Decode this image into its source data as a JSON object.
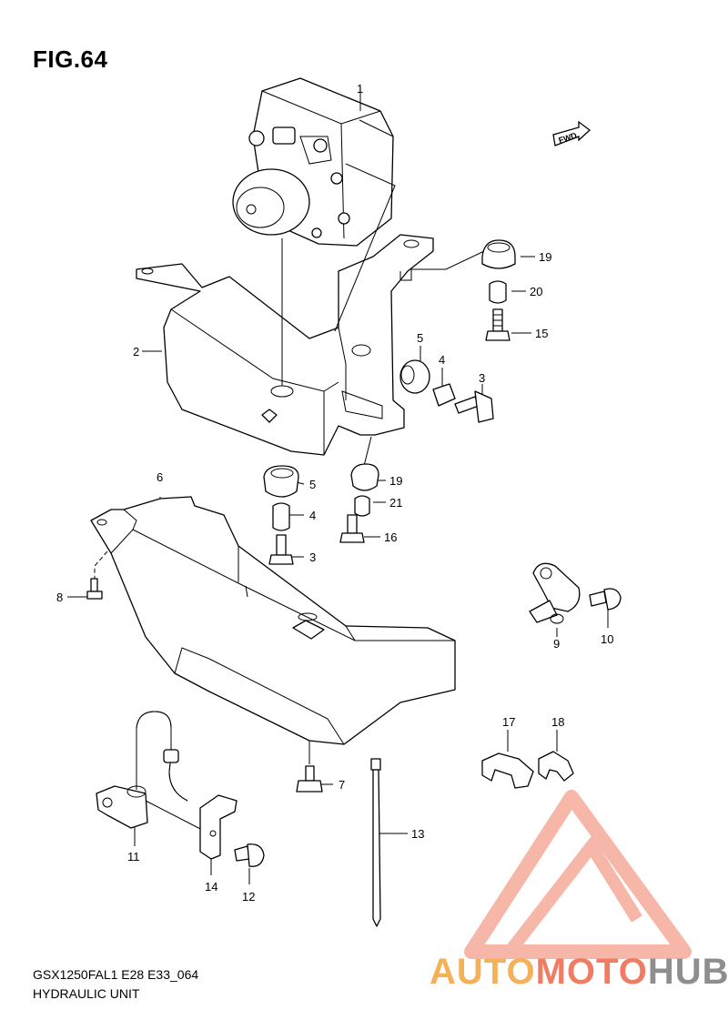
{
  "figure": {
    "title": "FIG.64",
    "model_code": "GSX1250FAL1 E28 E33_064",
    "section_name": "HYDRAULIC UNIT"
  },
  "direction_marker": "FWD",
  "callouts": [
    {
      "id": "c1",
      "number": "1"
    },
    {
      "id": "c2",
      "number": "2"
    },
    {
      "id": "c3a",
      "number": "3"
    },
    {
      "id": "c3b",
      "number": "3"
    },
    {
      "id": "c4a",
      "number": "4"
    },
    {
      "id": "c4b",
      "number": "4"
    },
    {
      "id": "c5a",
      "number": "5"
    },
    {
      "id": "c5b",
      "number": "5"
    },
    {
      "id": "c6",
      "number": "6"
    },
    {
      "id": "c7",
      "number": "7"
    },
    {
      "id": "c8",
      "number": "8"
    },
    {
      "id": "c9",
      "number": "9"
    },
    {
      "id": "c10",
      "number": "10"
    },
    {
      "id": "c11",
      "number": "11"
    },
    {
      "id": "c12",
      "number": "12"
    },
    {
      "id": "c13",
      "number": "13"
    },
    {
      "id": "c14",
      "number": "14"
    },
    {
      "id": "c15",
      "number": "15"
    },
    {
      "id": "c16",
      "number": "16"
    },
    {
      "id": "c17",
      "number": "17"
    },
    {
      "id": "c18",
      "number": "18"
    },
    {
      "id": "c19a",
      "number": "19"
    },
    {
      "id": "c19b",
      "number": "19"
    },
    {
      "id": "c20",
      "number": "20"
    },
    {
      "id": "c21",
      "number": "21"
    }
  ],
  "watermark": {
    "part1": "AUTO",
    "part2": "MOTO",
    "part3": "HUB"
  },
  "colors": {
    "watermark_red": "#f07d63",
    "watermark_orange": "#f5b05a",
    "watermark_gray": "#8e8e8e"
  }
}
